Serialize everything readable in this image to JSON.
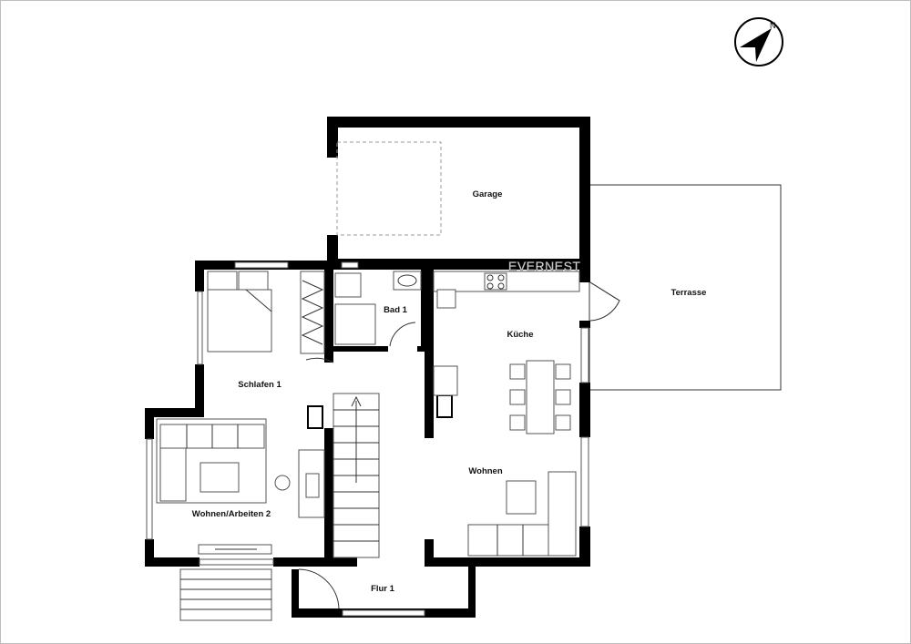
{
  "rooms": {
    "garage": "Garage",
    "terrasse": "Terrasse",
    "bad": "Bad 1",
    "kueche": "Küche",
    "schlafen": "Schlafen 1",
    "wohnen": "Wohnen",
    "wohnen_arbeiten": "Wohnen/Arbeiten 2",
    "flur": "Flur 1"
  },
  "watermark": "EVERNEST",
  "compass": {
    "icon": "north-arrow-icon",
    "label": "N"
  }
}
